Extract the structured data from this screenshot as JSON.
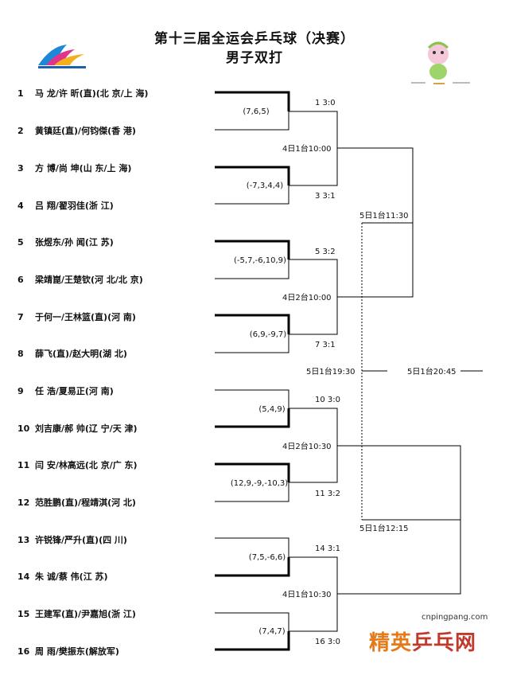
{
  "title": "第十三届全运会乒乓球（决赛）",
  "subtitle": "男子双打",
  "teams": [
    {
      "num": "1",
      "name": "马 龙/许 昕(直)(北 京/上 海)"
    },
    {
      "num": "2",
      "name": "黄镇廷(直)/何钧傑(香 港)"
    },
    {
      "num": "3",
      "name": "方 博/尚 坤(山 东/上 海)"
    },
    {
      "num": "4",
      "name": "吕 翔/翟羽佳(浙 江)"
    },
    {
      "num": "5",
      "name": "张煜东/孙 闻(江 苏)"
    },
    {
      "num": "6",
      "name": "梁靖崑/王楚钦(河 北/北 京)"
    },
    {
      "num": "7",
      "name": "于何一/王林篮(直)(河 南)"
    },
    {
      "num": "8",
      "name": "薛飞(直)/赵大明(湖 北)"
    },
    {
      "num": "9",
      "name": "任 浩/夏易正(河 南)"
    },
    {
      "num": "10",
      "name": "刘吉康/郝 帅(辽 宁/天 津)"
    },
    {
      "num": "11",
      "name": "闫 安/林高远(北 京/广 东)"
    },
    {
      "num": "12",
      "name": "范胜鹏(直)/程靖淇(河 北)"
    },
    {
      "num": "13",
      "name": "许锐锋/严升(直)(四 川)"
    },
    {
      "num": "14",
      "name": "朱 诚/蔡 伟(江 苏)"
    },
    {
      "num": "15",
      "name": "王建军(直)/尹嘉旭(浙 江)"
    },
    {
      "num": "16",
      "name": "周 雨/樊振东(解放军)"
    }
  ],
  "round1": [
    {
      "score": "(7,6,5)",
      "result": "1  3:0"
    },
    {
      "score": "(-7,3,4,4)",
      "result": "3  3:1"
    },
    {
      "score": "(-5,7,-6,10,9)",
      "result": "5  3:2"
    },
    {
      "score": "(6,9,-9,7)",
      "result": "7  3:1"
    },
    {
      "score": "(5,4,9)",
      "result": "10  3:0"
    },
    {
      "score": "(12,9,-9,-10,3)",
      "result": "11  3:2"
    },
    {
      "score": "(7,5,-6,6)",
      "result": "14  3:1"
    },
    {
      "score": "(7,4,7)",
      "result": "16  3:0"
    }
  ],
  "round2": [
    "4日1台10:00",
    "4日2台10:00",
    "4日2台10:30",
    "4日1台10:30"
  ],
  "round3": [
    "5日1台11:30",
    "5日1台12:15"
  ],
  "semi": "5日1台19:30",
  "final": "5日1台20:45",
  "watermark": {
    "url": "cnpingpang.com",
    "brand_a": "精英",
    "brand_b": "乒乓网"
  }
}
